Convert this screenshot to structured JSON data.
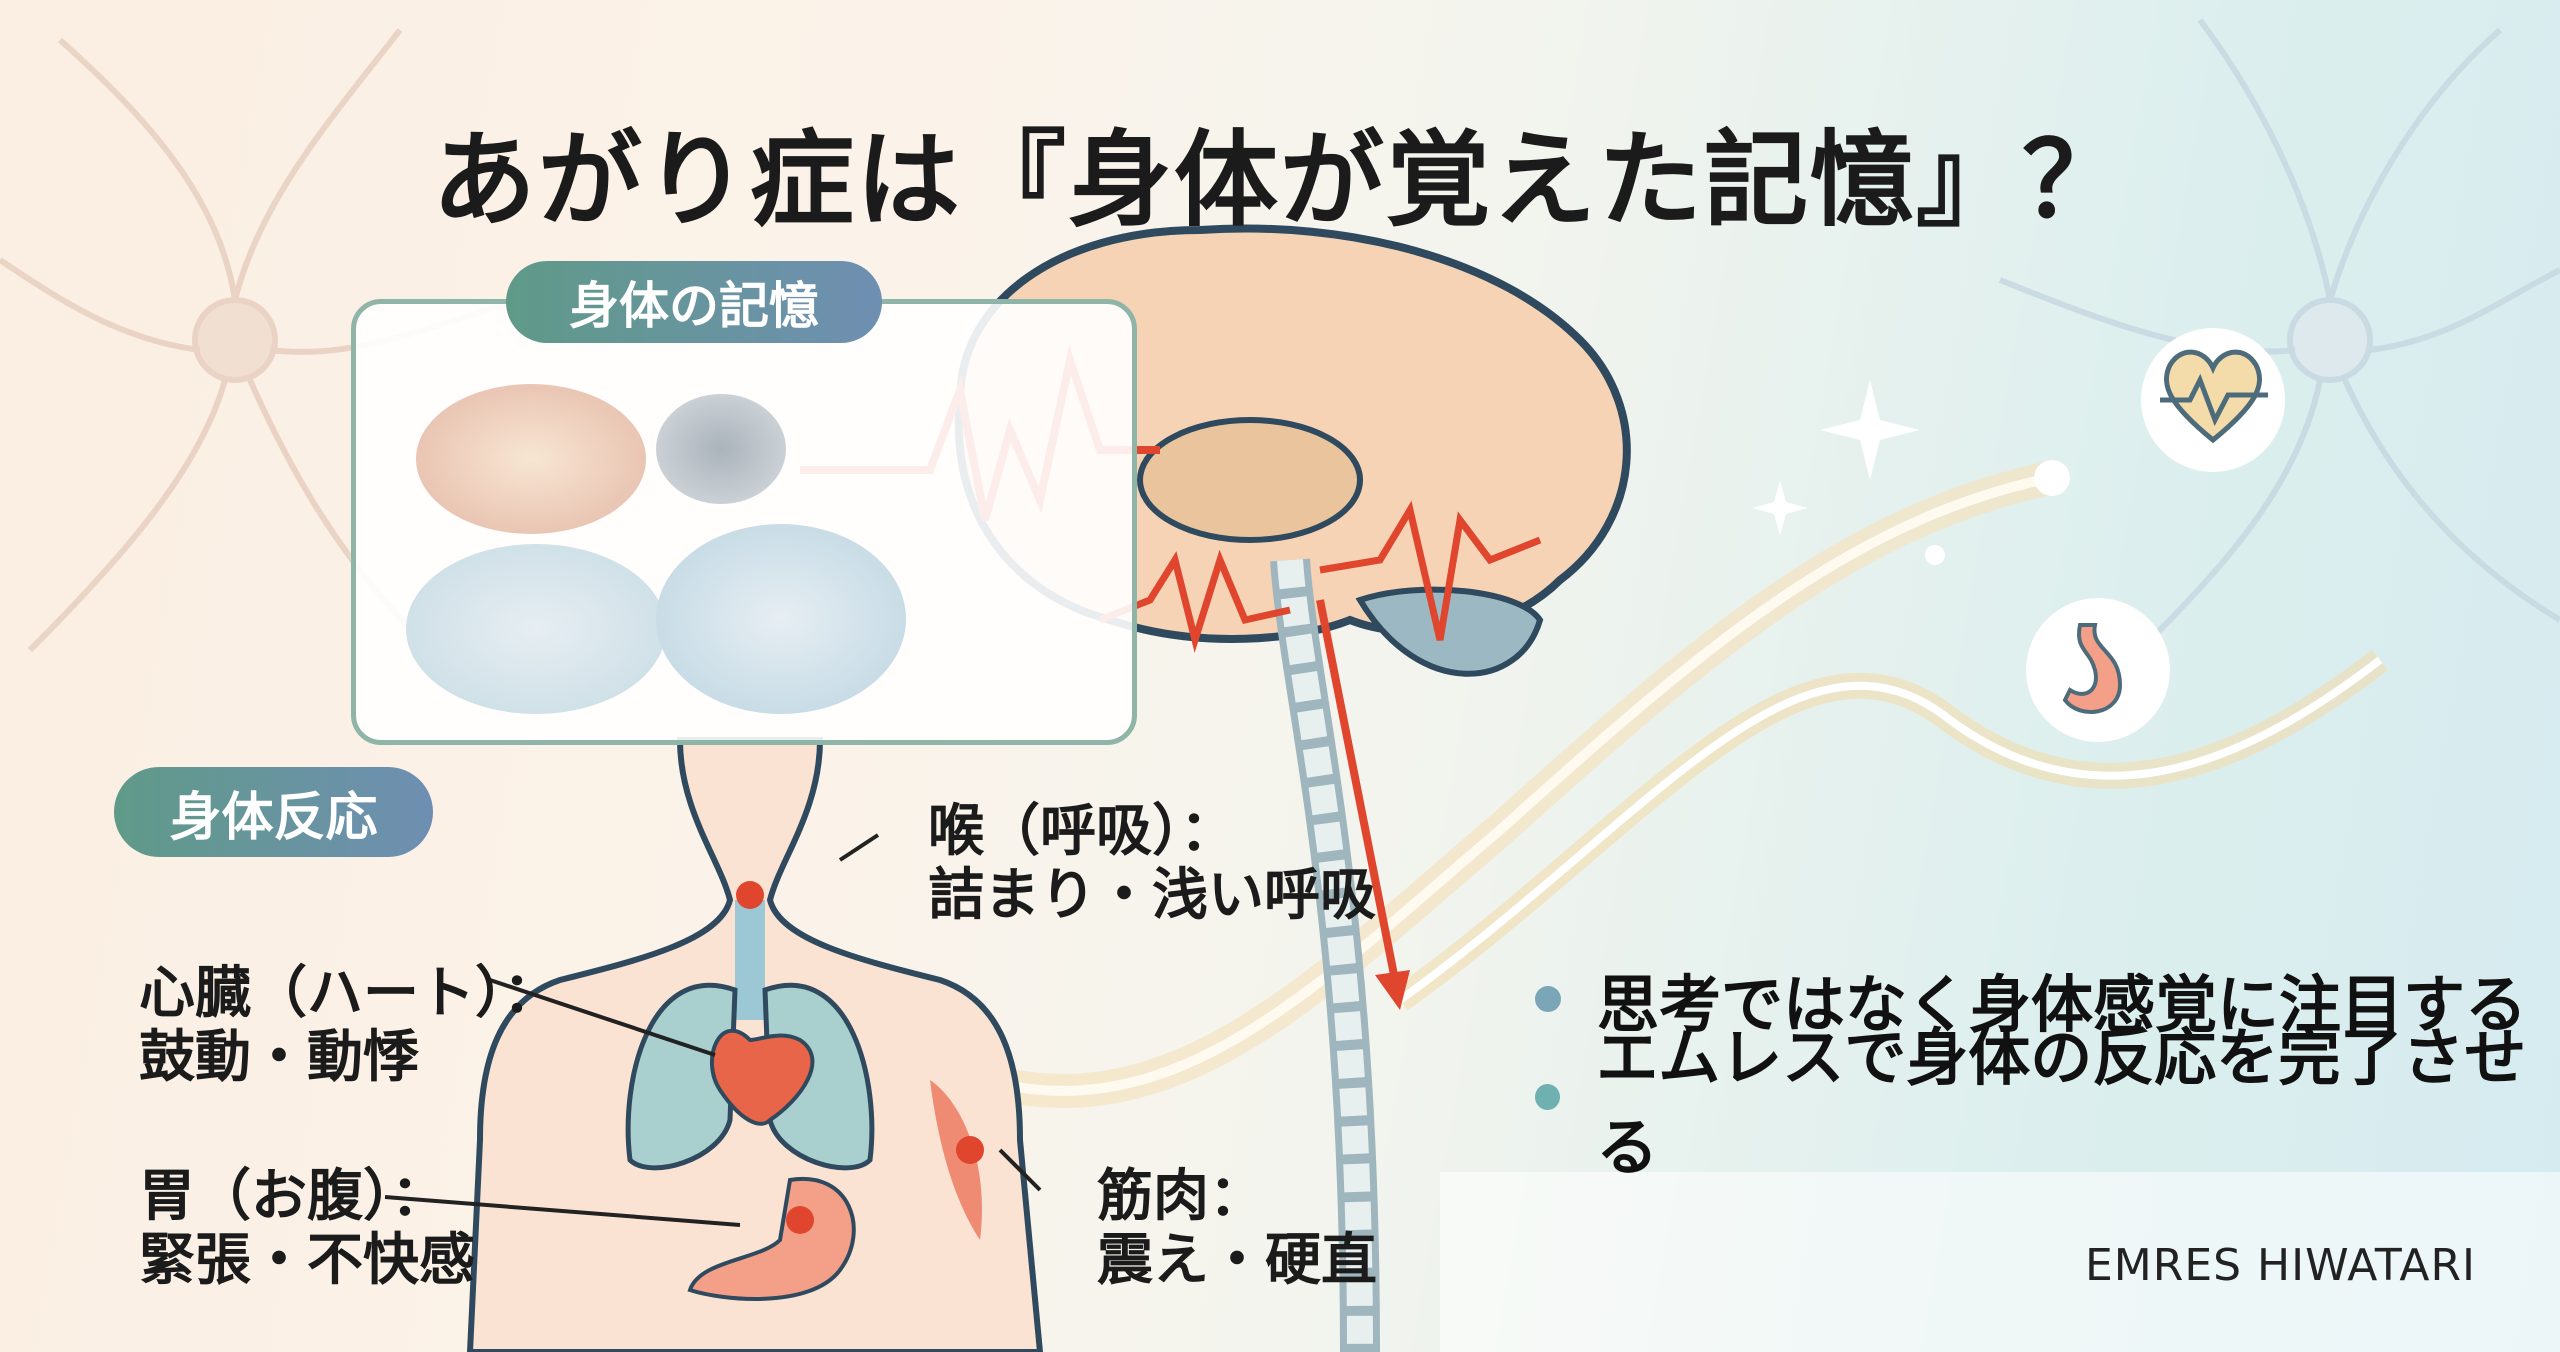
{
  "title": "あがり症は『身体が覚えた記憶』？",
  "memory_panel": {
    "label": "身体の記憶"
  },
  "body_panel": {
    "label": "身体反応",
    "annotations": [
      {
        "name": "throat",
        "heading": "喉（呼吸）：",
        "detail": "詰まり・浅い呼吸"
      },
      {
        "name": "heart",
        "heading": "心臓（ハート）：",
        "detail": "鼓動・動悸"
      },
      {
        "name": "stomach",
        "heading": "胃（お腹）：",
        "detail": "緊張・不快感"
      },
      {
        "name": "muscle",
        "heading": "筋肉：",
        "detail": "震え・硬直"
      }
    ]
  },
  "bullets": [
    {
      "text": "思考ではなく身体感覚に注目する",
      "color": "#7aa6b8"
    },
    {
      "text": "エムレスで身体の反応を完了させる",
      "color": "#6fb0b0"
    }
  ],
  "icons": [
    "heart-pulse-icon",
    "stomach-icon"
  ],
  "brand": "EMRES HIWATARI",
  "colors": {
    "accent_red": "#e0452e",
    "pill_green": "#5f9a88",
    "pill_blue": "#6f8fb2"
  }
}
